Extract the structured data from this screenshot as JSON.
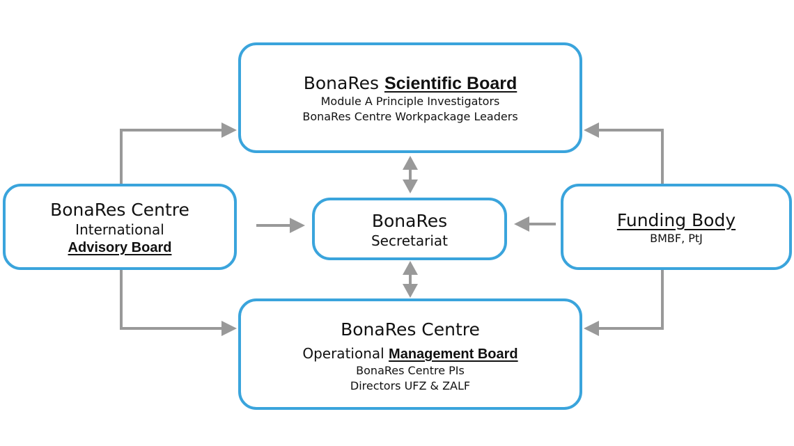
{
  "colors": {
    "box_border": "#3aa4dc",
    "arrow": "#999999",
    "text": "#111111",
    "background": "#ffffff"
  },
  "scientific_board": {
    "prefix": "BonaRes",
    "emphasis": "Scientific Board",
    "lines": [
      "Module A Principle Investigators",
      "BonaRes Centre Workpackage  Leaders"
    ]
  },
  "advisory_board": {
    "line1": "BonaRes Centre",
    "line2": "International",
    "emphasis": "Advisory Board"
  },
  "secretariat": {
    "line1": "BonaRes",
    "line2": "Secretariat"
  },
  "funding_body": {
    "title": "Funding Body",
    "subtitle": "BMBF, PtJ"
  },
  "management_board": {
    "line1": "BonaRes Centre",
    "prefix": "Operational",
    "emphasis": "Management Board",
    "lines": [
      "BonaRes Centre PIs",
      "Directors UFZ & ZALF"
    ]
  },
  "connections": [
    {
      "from": "advisory_board",
      "to": "scientific_board"
    },
    {
      "from": "advisory_board",
      "to": "secretariat"
    },
    {
      "from": "advisory_board",
      "to": "management_board"
    },
    {
      "from": "funding_body",
      "to": "scientific_board"
    },
    {
      "from": "funding_body",
      "to": "secretariat"
    },
    {
      "from": "funding_body",
      "to": "management_board"
    },
    {
      "from": "secretariat",
      "to": "scientific_board",
      "bidirectional": true
    },
    {
      "from": "secretariat",
      "to": "management_board",
      "bidirectional": true
    }
  ]
}
